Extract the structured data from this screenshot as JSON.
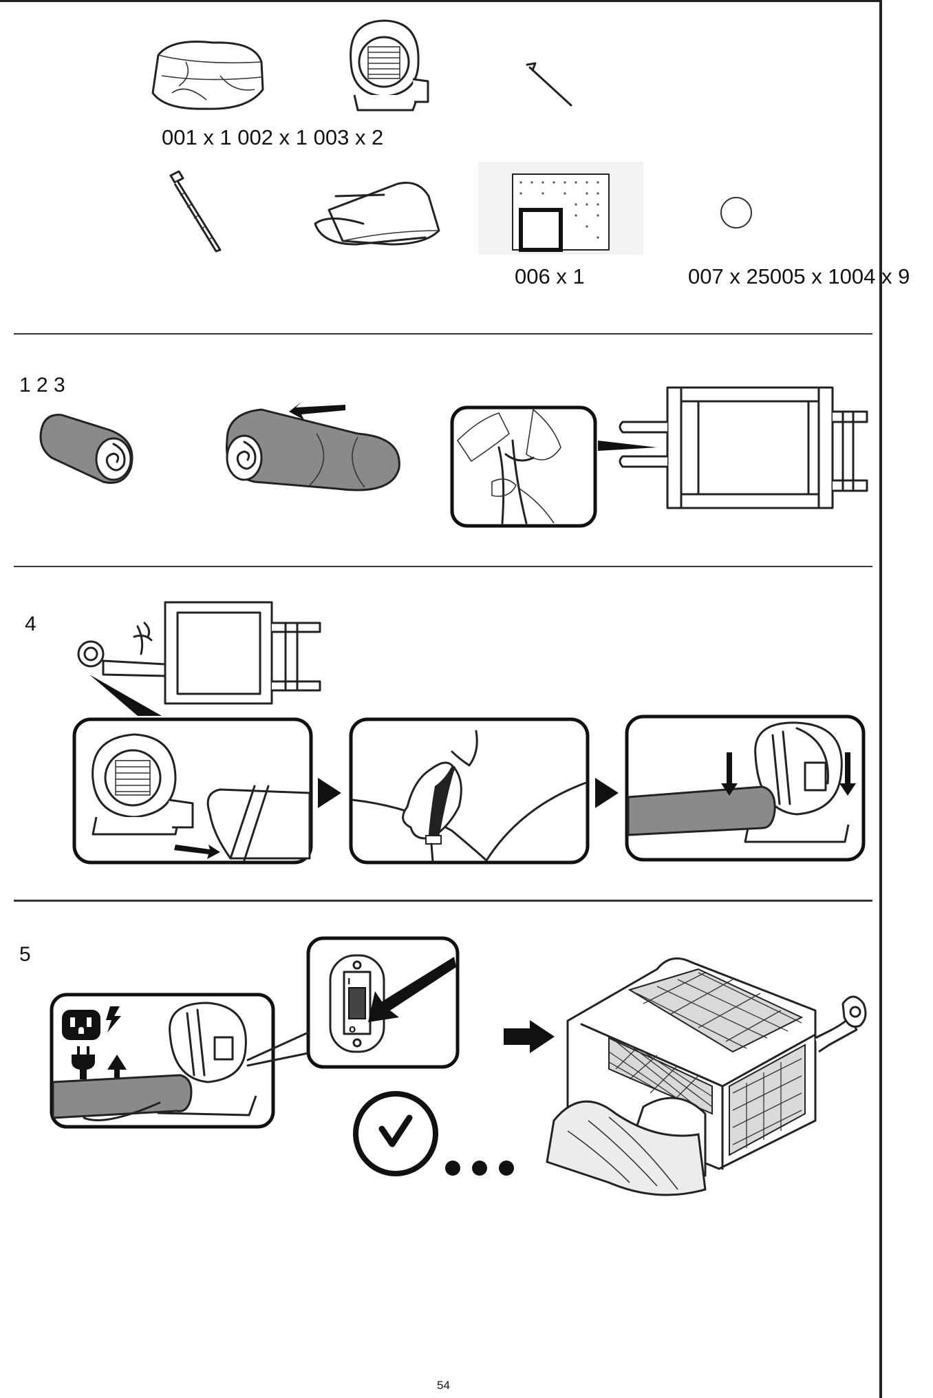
{
  "parts": {
    "row1_label": "001 x 1 002 x 1 003 x 2",
    "row2_label_a": "006 x 1",
    "row2_label_b": "007 x 25005 x 1004 x 9"
  },
  "steps": {
    "s1": "1 2 3",
    "s4": "4",
    "s5": "5"
  },
  "page_number": "54"
}
